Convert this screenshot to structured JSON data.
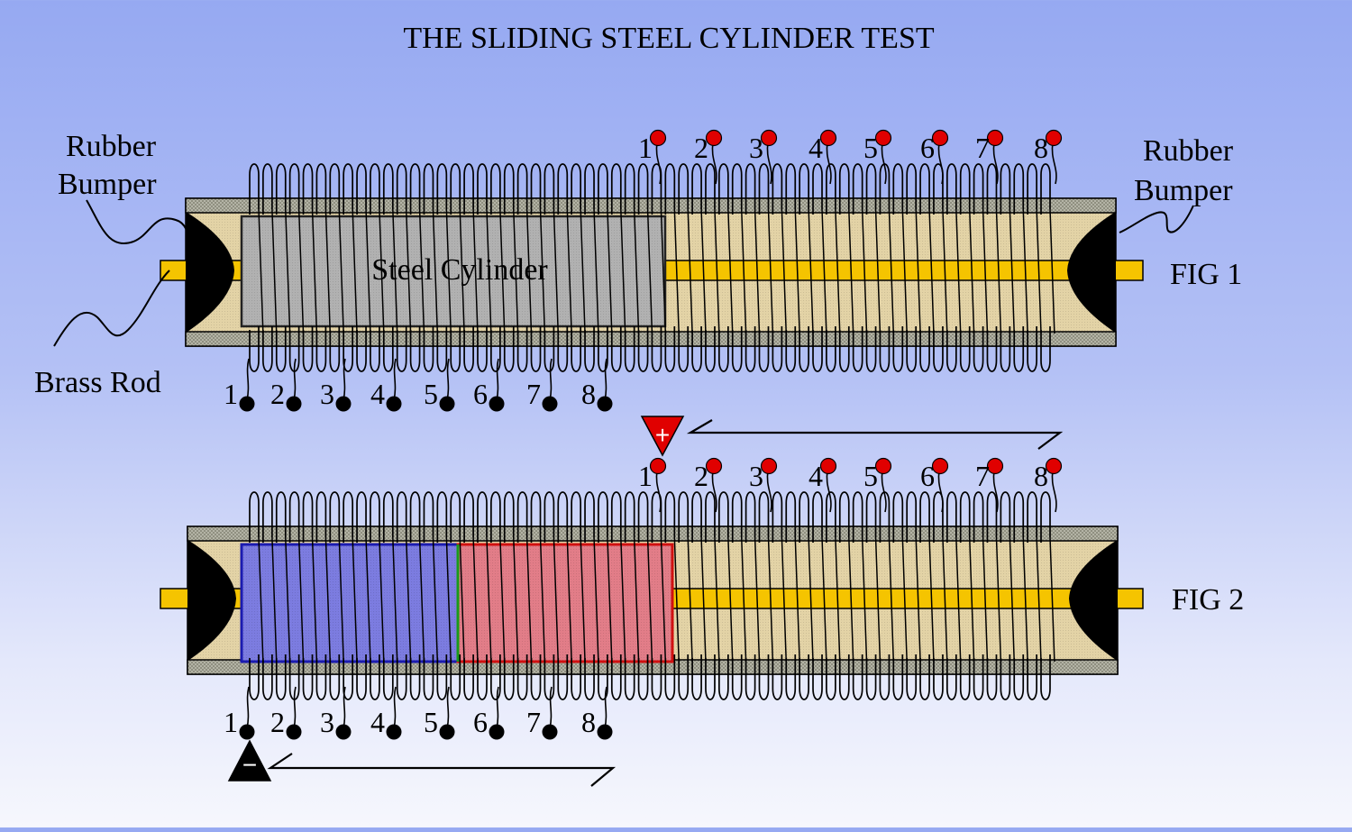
{
  "title": "THE SLIDING STEEL CYLINDER TEST",
  "labels": {
    "rubber": "Rubber",
    "bumper": "Bumper",
    "brass_rod": "Brass Rod",
    "steel_cylinder": "Steel Cylinder"
  },
  "figures": [
    {
      "label": "FIG 1",
      "variant": "steel"
    },
    {
      "label": "FIG 2",
      "variant": "split"
    }
  ],
  "terminals": [
    "1",
    "2",
    "3",
    "4",
    "5",
    "6",
    "7",
    "8"
  ],
  "polarity": {
    "plus": "+",
    "minus": "−"
  },
  "colors": {
    "tube_fill": "#e3d3a6",
    "tube_wall": "#9a9a8a",
    "brass_rod": "#f5c400",
    "steel_cylinder": "#b1b1b1",
    "blue_section": "#7c7ce0",
    "red_section": "#e27d88",
    "top_terminal": "#e00000",
    "bottom_terminal": "#000000",
    "plus_marker": "#e00000",
    "minus_marker": "#000000"
  },
  "icons": {
    "plus_marker": "red-triangle-plus-icon",
    "minus_marker": "black-triangle-minus-icon"
  }
}
